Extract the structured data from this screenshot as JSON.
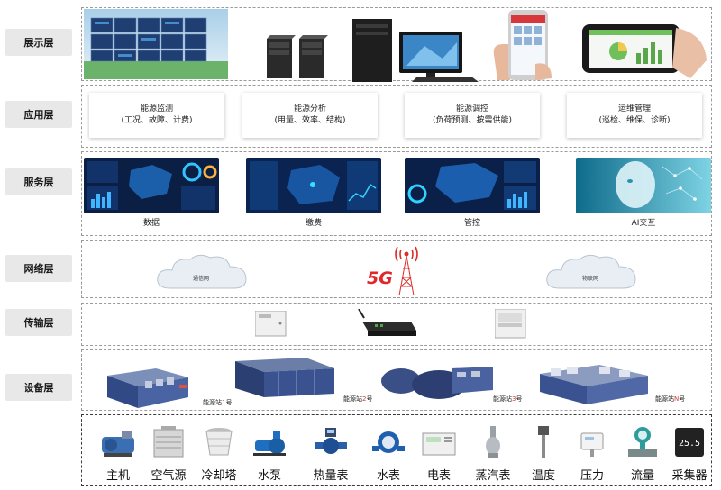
{
  "layers": [
    {
      "id": "display",
      "label": "展示层"
    },
    {
      "id": "application",
      "label": "应用层"
    },
    {
      "id": "service",
      "label": "服务层"
    },
    {
      "id": "network",
      "label": "网络层"
    },
    {
      "id": "transport",
      "label": "传输层"
    },
    {
      "id": "device",
      "label": "设备层"
    }
  ],
  "application": [
    {
      "title": "能源监测",
      "detail": "(工况、故障、计费)"
    },
    {
      "title": "能源分析",
      "detail": "(用量、效率、结构)"
    },
    {
      "title": "能源调控",
      "detail": "(负荷预测、按需供能)"
    },
    {
      "title": "运维管理",
      "detail": "(巡检、维保、诊断)"
    }
  ],
  "service": [
    "数据",
    "缴费",
    "管控",
    "AI交互"
  ],
  "network": {
    "left_cloud": "通信网",
    "right_cloud": "物联网",
    "badge": "5G"
  },
  "stations": [
    {
      "prefix": "能源站",
      "num": "1",
      "suffix": "号"
    },
    {
      "prefix": "能源站",
      "num": "2",
      "suffix": "号"
    },
    {
      "prefix": "能源站",
      "num": "3",
      "suffix": "号"
    },
    {
      "prefix": "能源站",
      "num": "N",
      "suffix": "号"
    }
  ],
  "equipment": [
    "主机",
    "空气源",
    "冷却塔",
    "水泵",
    "热量表",
    "水表",
    "电表",
    "蒸汽表",
    "温度",
    "压力",
    "流量",
    "采集器"
  ],
  "colors": {
    "label_bg": "#e8e8e8",
    "dash": "#9a9a9a",
    "accent_red": "#d63a2f",
    "screen_dark": "#0b1e44"
  }
}
